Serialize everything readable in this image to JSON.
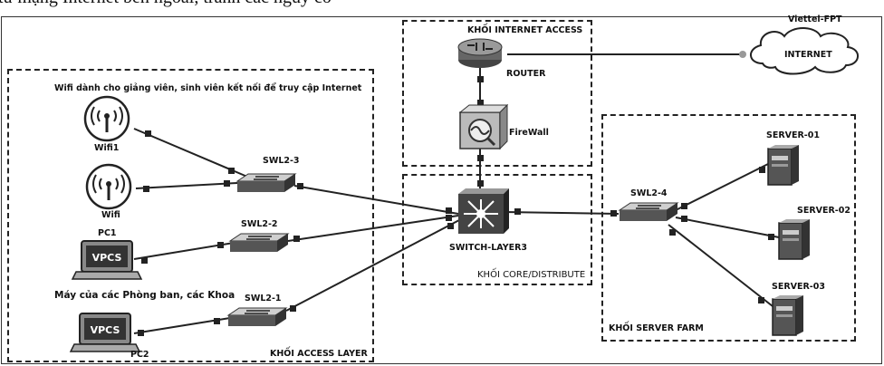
{
  "caption": "từ mạng Internet bên ngoài, tránh các nguy cơ",
  "regions": {
    "internet_access": "KHỐI INTERNET ACCESS",
    "core": "KHỐI CORE/DISTRIBUTE",
    "server_farm": "KHỐI SERVER FARM",
    "access_layer": "KHỐI ACCESS LAYER"
  },
  "isp_label": "Viettel-FPT",
  "notes": {
    "wifi_note": "Wifi dành cho giảng viên, sinh viên kết nối để truy cập Internet",
    "pc_note": "Máy của các Phòng ban, các Khoa"
  },
  "nodes": {
    "internet": "INTERNET",
    "router": "ROUTER",
    "firewall": "FireWall",
    "switch_l3": "SWITCH-LAYER3",
    "swl2_4": "SWL2-4",
    "swl2_3": "SWL2-3",
    "swl2_2": "SWL2-2",
    "swl2_1": "SWL2-1",
    "wifi1": "Wifi1",
    "wifi": "Wifi",
    "pc1": "PC1",
    "pc2": "PC2",
    "server01": "SERVER-01",
    "server02": "SERVER-02",
    "server03": "SERVER-03",
    "vpcs": "VPCS"
  }
}
